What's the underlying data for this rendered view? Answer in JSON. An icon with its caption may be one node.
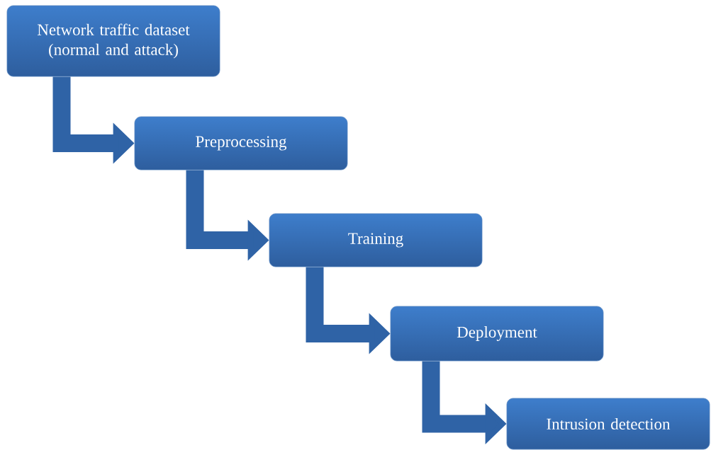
{
  "diagram": {
    "nodes": [
      {
        "text": [
          "Network traffic dataset (normal and attack)"
        ]
      },
      {
        "text": [
          "Preprocessing"
        ]
      },
      {
        "text": [
          "Training"
        ]
      },
      {
        "text": [
          "Deployment"
        ]
      },
      {
        "text": [
          "Intrusion detection"
        ]
      }
    ],
    "edges": [
      {
        "from": 0,
        "to": 1,
        "arrow": "to"
      },
      {
        "from": 1,
        "to": 2,
        "arrow": "to"
      },
      {
        "from": 2,
        "to": 3,
        "arrow": "to"
      },
      {
        "from": 3,
        "to": 4,
        "arrow": "to"
      }
    ]
  }
}
